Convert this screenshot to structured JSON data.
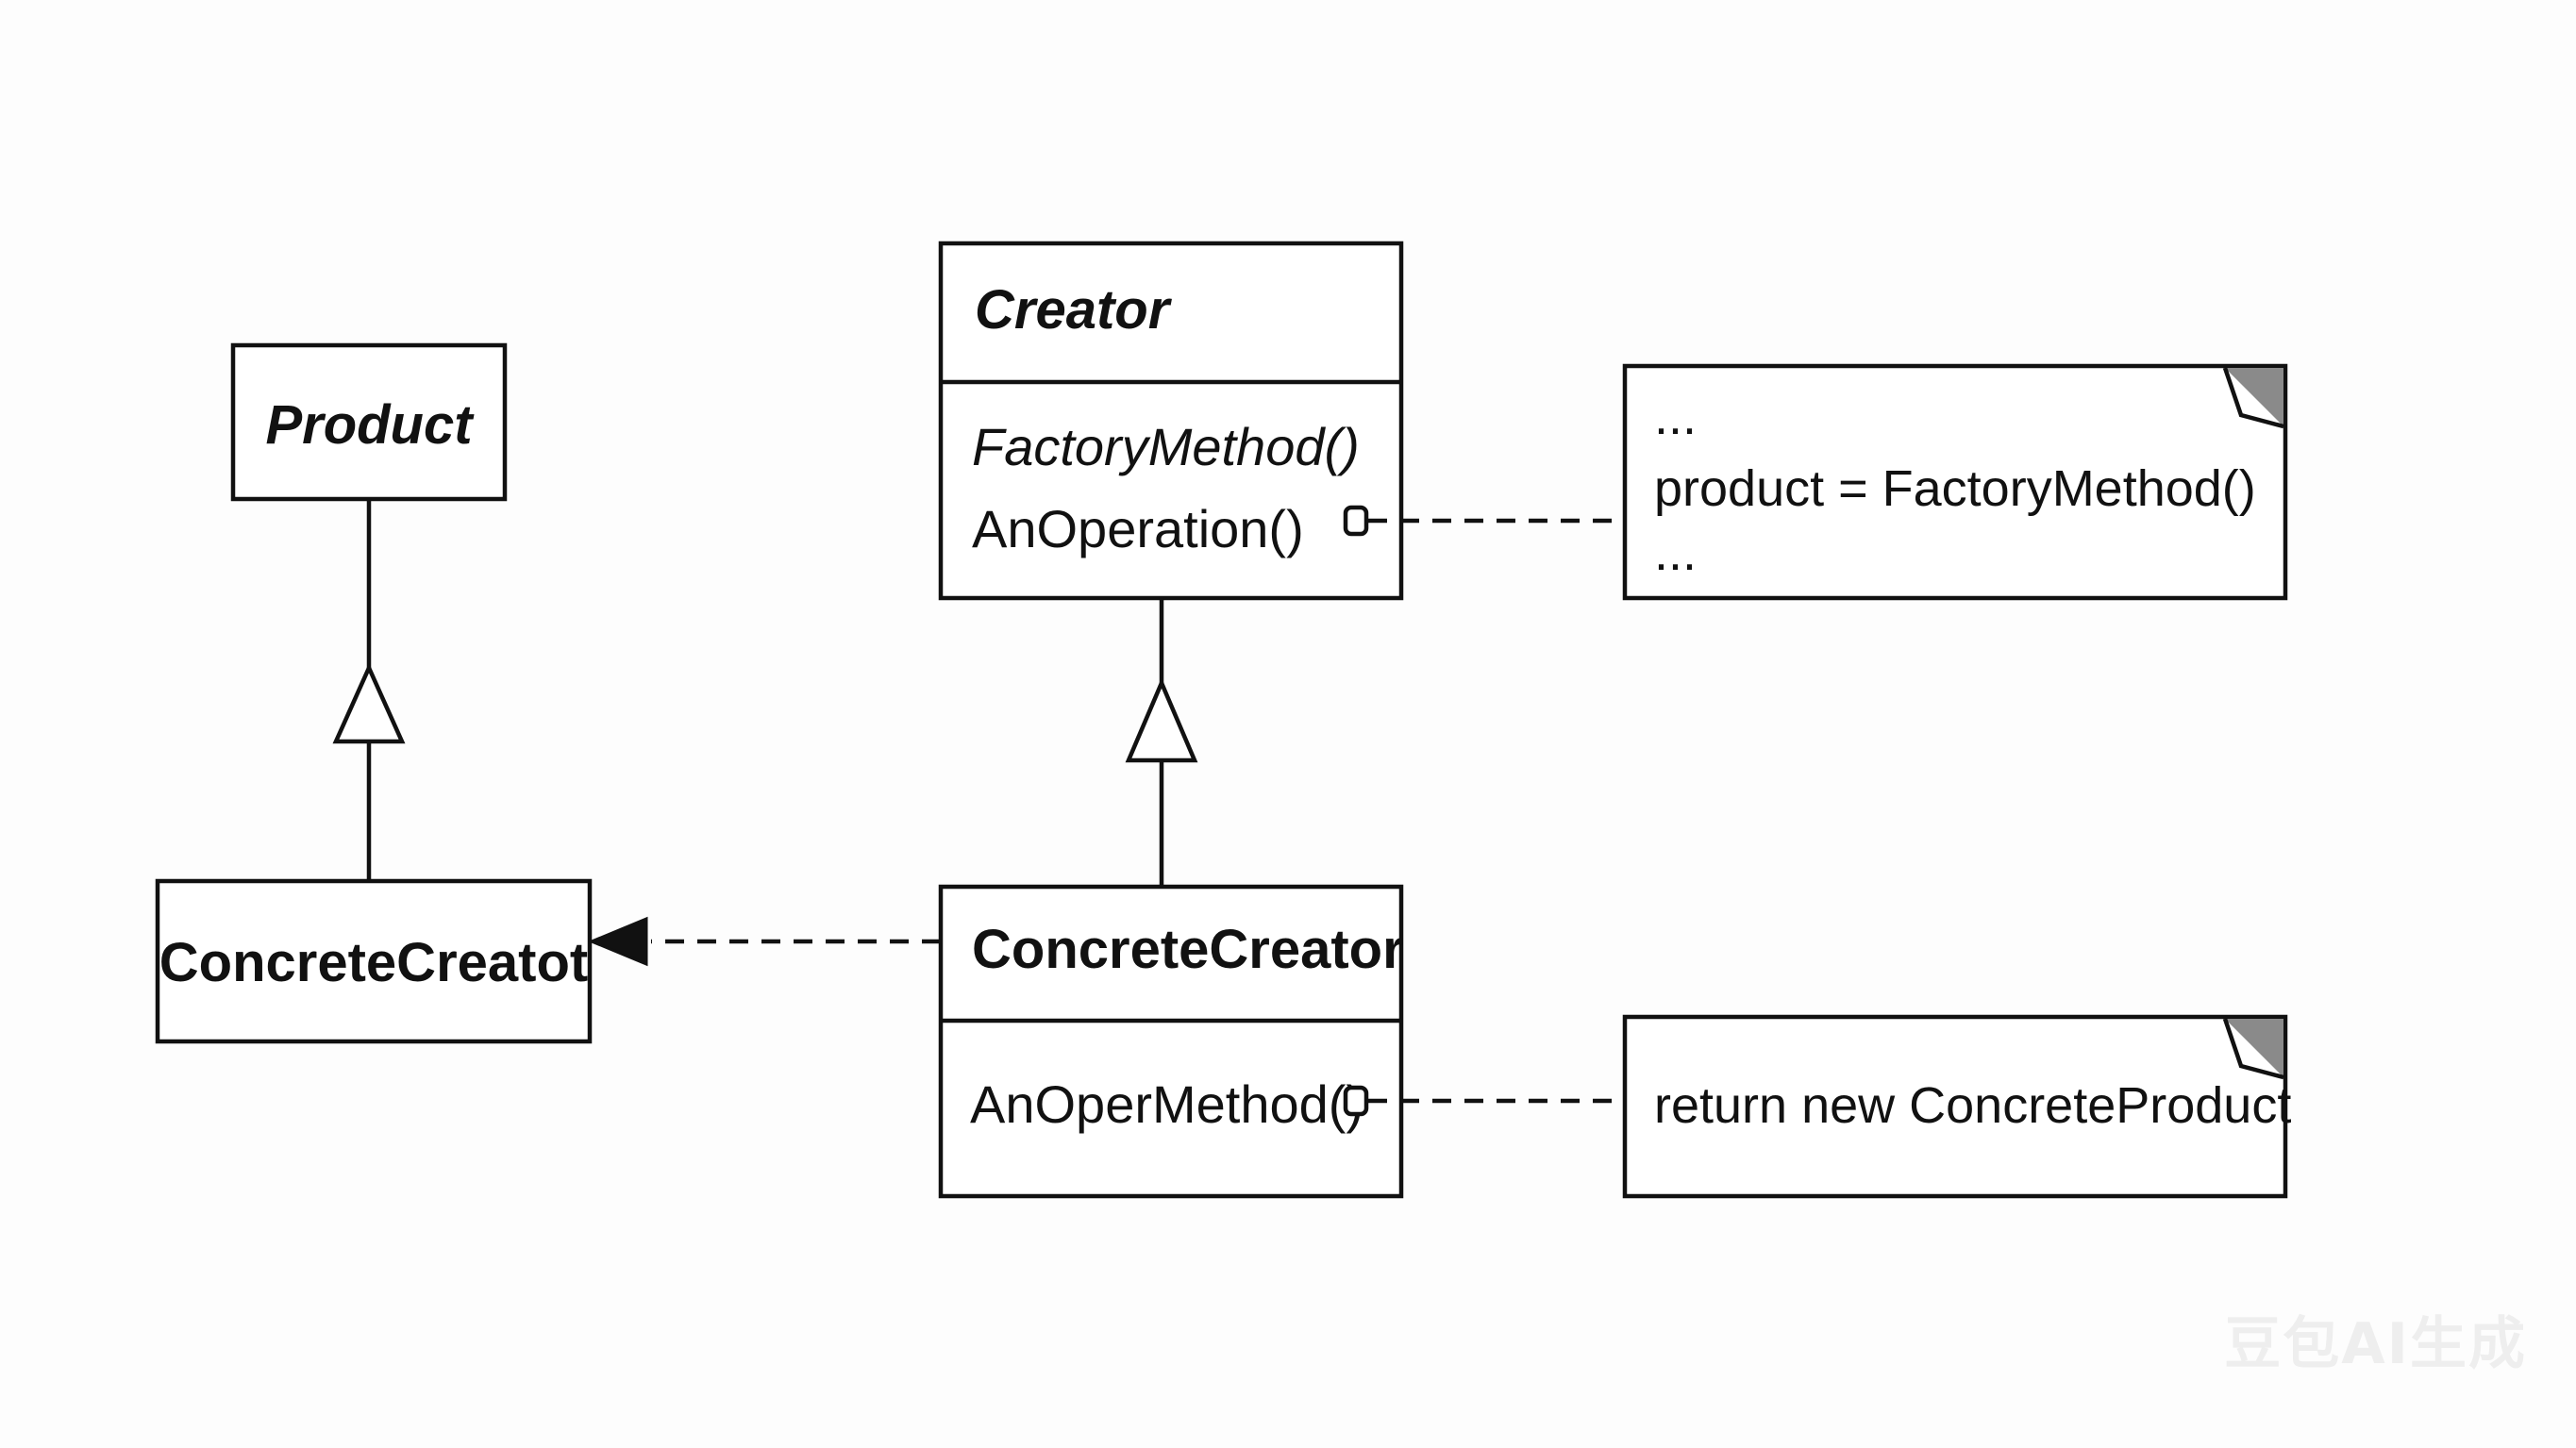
{
  "classes": {
    "product": {
      "name": "Product"
    },
    "creator": {
      "name": "Creator",
      "ops": [
        "FactoryMethod()",
        "AnOperation()"
      ]
    },
    "concrete_product": {
      "name": "ConcreteCreatot"
    },
    "concrete_creator": {
      "name": "ConcreteCreator",
      "ops": [
        "AnOperMethod()"
      ]
    }
  },
  "notes": {
    "creator_note": {
      "lines": [
        "...",
        "product = FactoryMethod()",
        "..."
      ]
    },
    "concrete_note": {
      "lines": [
        "return new ConcreteProduct"
      ]
    }
  },
  "watermark": "豆包AI生成"
}
